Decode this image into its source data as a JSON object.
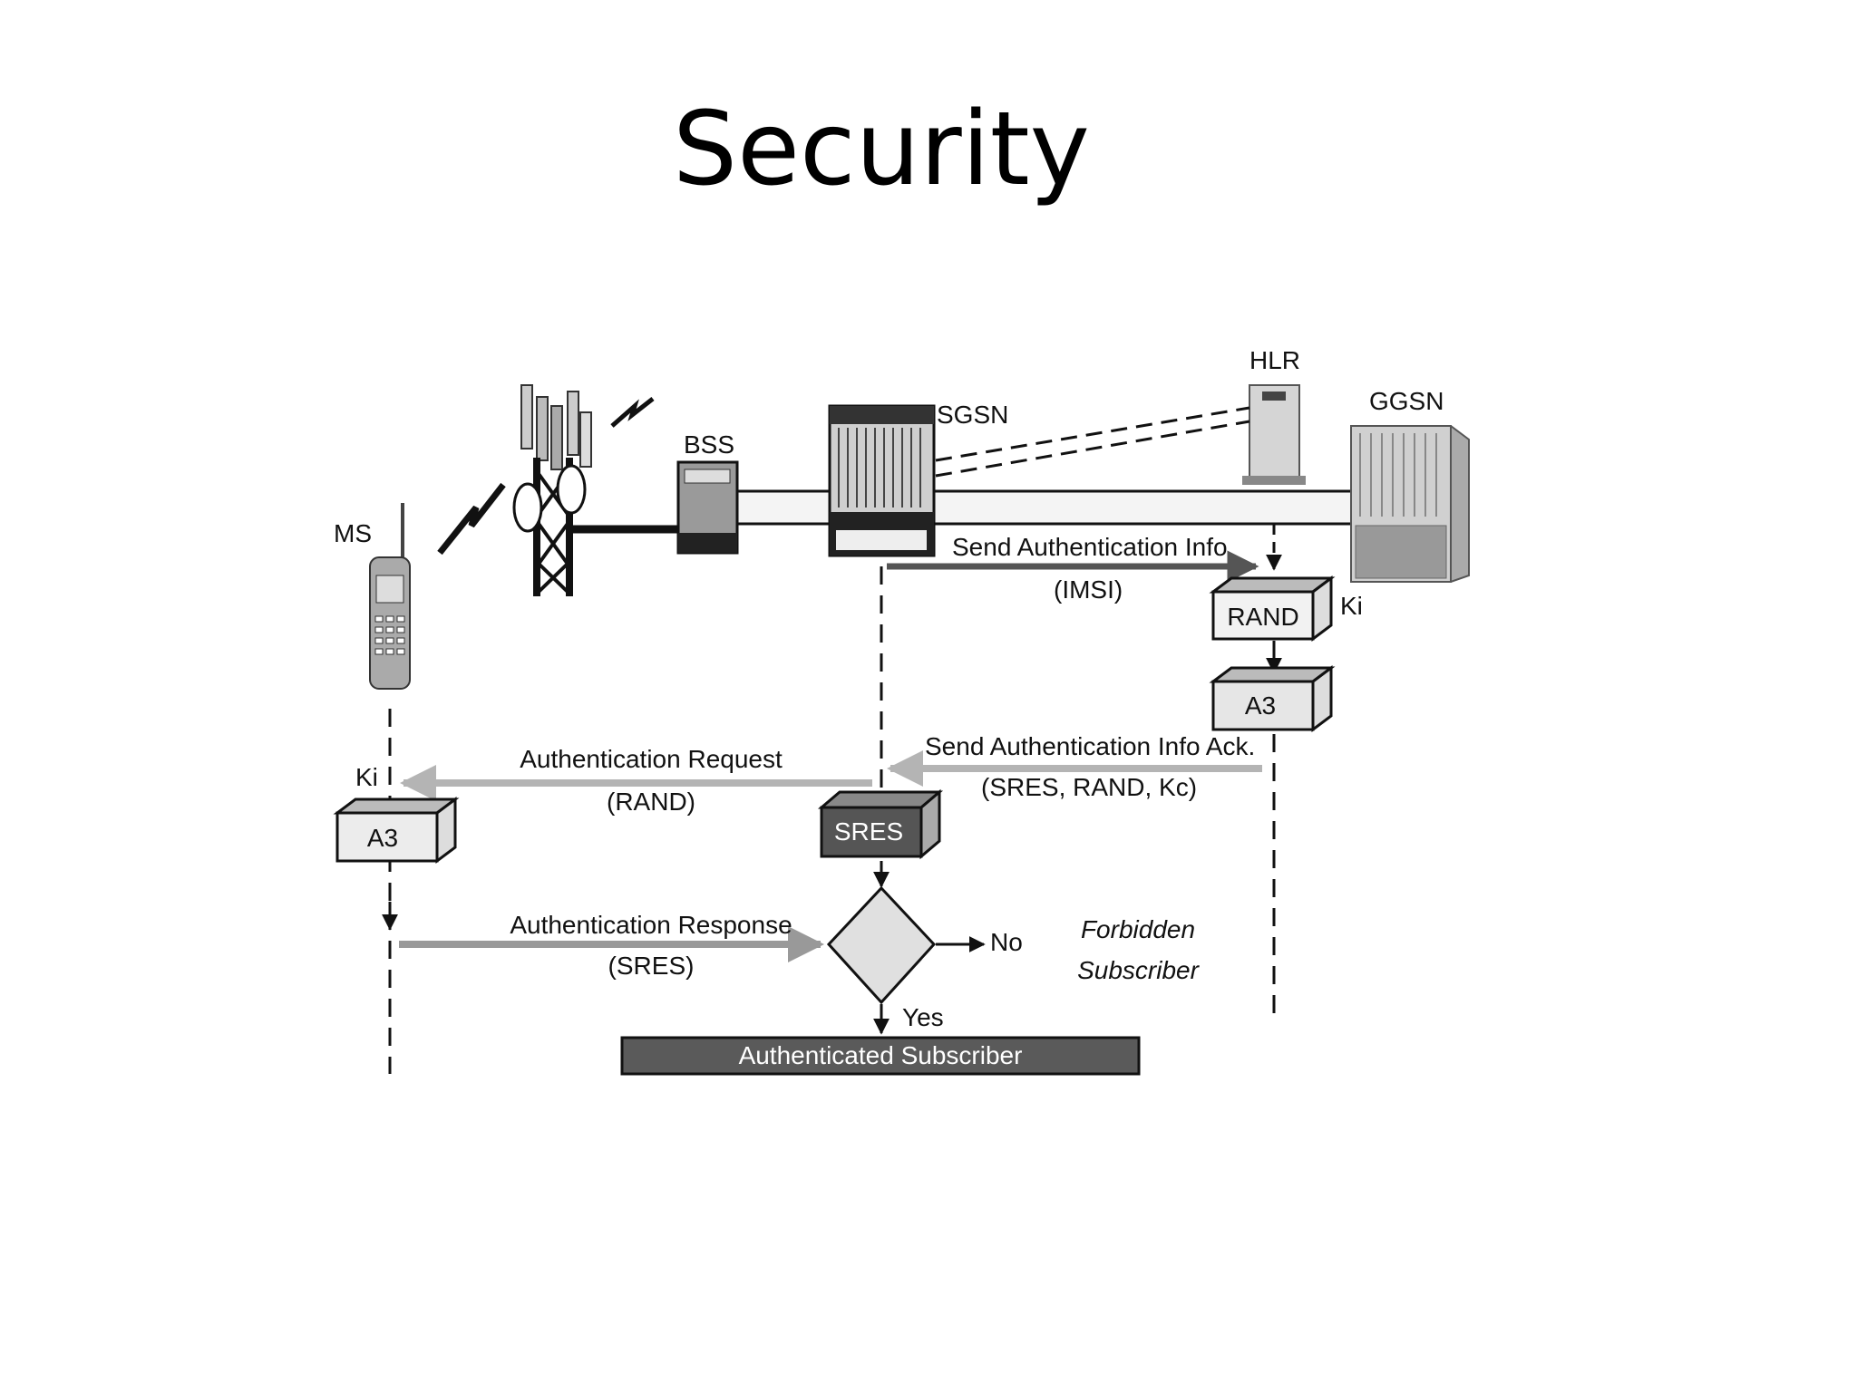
{
  "slide": {
    "title": "Security"
  },
  "nodes": {
    "ms": "MS",
    "bss": "BSS",
    "sgsn": "SGSN",
    "hlr": "HLR",
    "ggsn": "GGSN"
  },
  "boxes": {
    "rand": "RAND",
    "a3_hlr": "A3",
    "a3_ms": "A3",
    "sres": "SRES"
  },
  "keys": {
    "ki_hlr": "Ki",
    "ki_ms": "Ki"
  },
  "messages": {
    "send_auth_info": "Send Authentication Info",
    "send_auth_info_param": "(IMSI)",
    "send_auth_info_ack": "Send Authentication Info Ack.",
    "send_auth_info_ack_param": "(SRES, RAND, Kc)",
    "auth_request": "Authentication Request",
    "auth_request_param": "(RAND)",
    "auth_response": "Authentication Response",
    "auth_response_param": "(SRES)"
  },
  "decision": {
    "no_label": "No",
    "yes_label": "Yes",
    "forbidden_line1": "Forbidden",
    "forbidden_line2": "Subscriber",
    "authenticated": "Authenticated Subscriber"
  },
  "colors": {
    "box_fill": "#ececec",
    "box_dark": "#555555",
    "arrow_grey": "#b4b4b4",
    "arrow_dark": "#555555",
    "banner": "#5a5a5a"
  }
}
